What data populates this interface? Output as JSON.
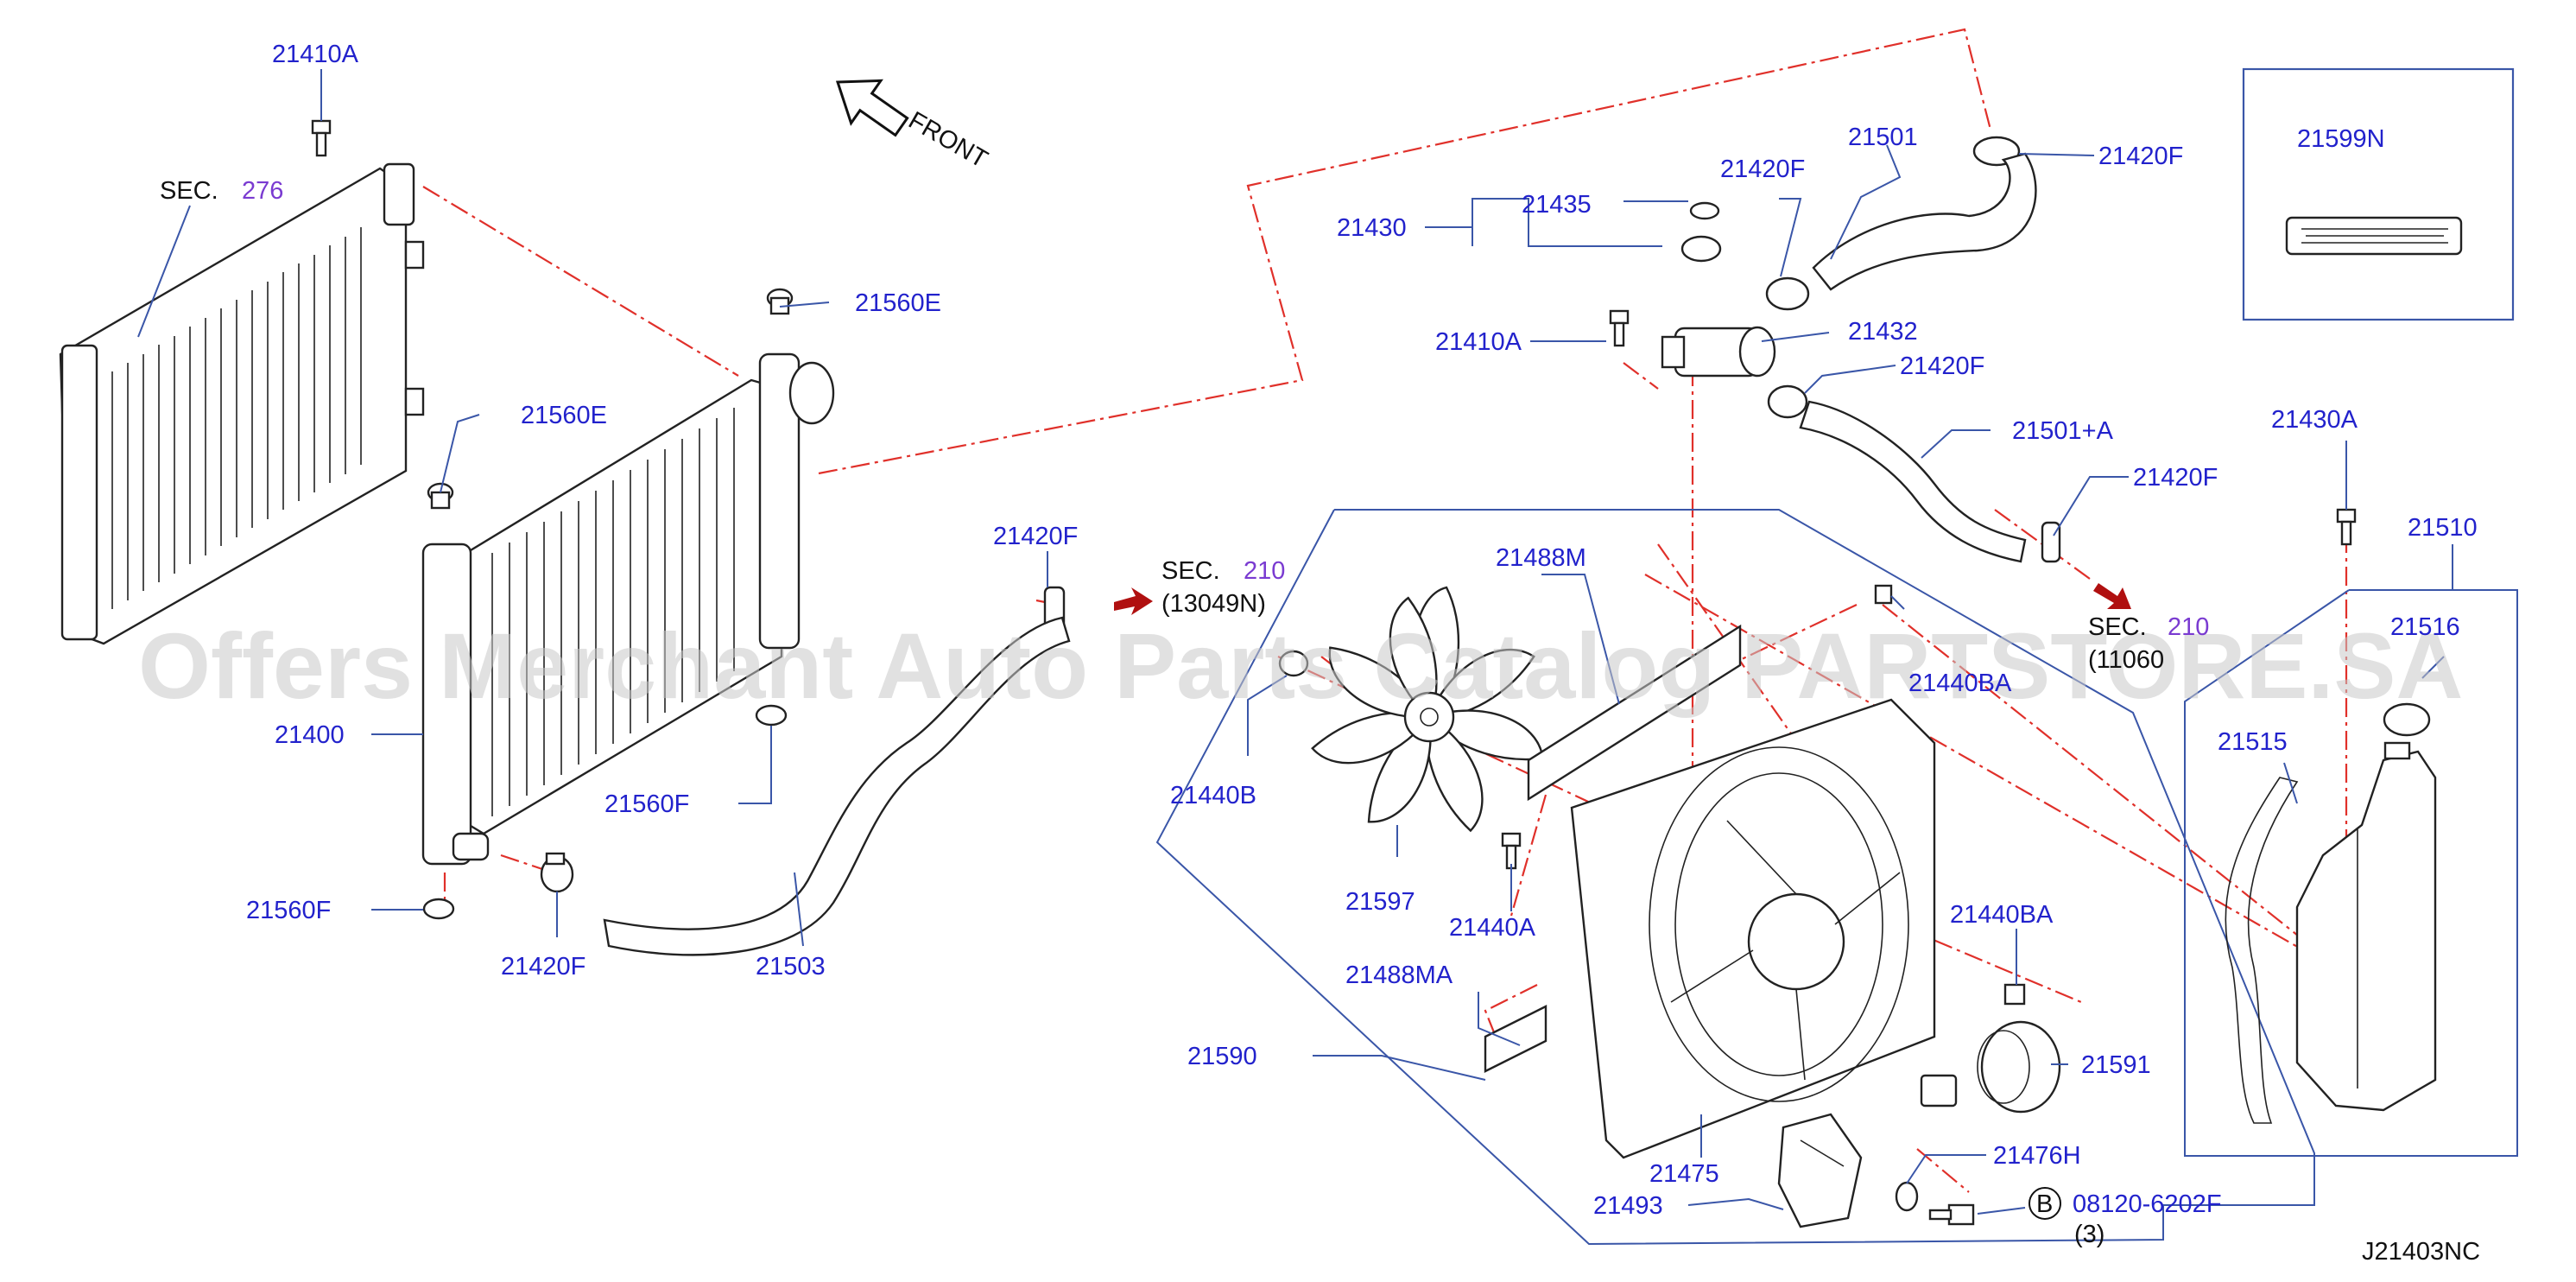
{
  "diagram_code": "J21403NC",
  "front_label": "FRONT",
  "watermark": "Offers Merchant Auto Parts Catalog PARTSTORE.SA",
  "inset_part": "21599N",
  "bolt_qty": "(3)",
  "bolt_marker": "B",
  "sec_refs": {
    "radiator_sec": "SEC.",
    "radiator_num": "276",
    "engine_sec": "SEC.",
    "engine_num": "210",
    "engine_code": "(13049N)",
    "rear_sec": "SEC.",
    "rear_num": "210",
    "rear_code": "(11060"
  },
  "callouts": {
    "c21410A_top": "21410A",
    "c21560E_top": "21560E",
    "c21560E_left": "21560E",
    "c21400": "21400",
    "c21560F_mid": "21560F",
    "c21560F_bottom": "21560F",
    "c21420F_bottom": "21420F",
    "c21503": "21503",
    "c21420F_hose": "21420F",
    "c21501": "21501",
    "c21420F_top_right": "21420F",
    "c21420F_upper": "21420F",
    "c21430": "21430",
    "c21435": "21435",
    "c21410A_mid": "21410A",
    "c21432": "21432",
    "c21420F_mid": "21420F",
    "c21501A": "21501+A",
    "c21420F_right": "21420F",
    "c21488M": "21488M",
    "c21440BA_top": "21440BA",
    "c21440B": "21440B",
    "c21597": "21597",
    "c21440A": "21440A",
    "c21488MA": "21488MA",
    "c21440BA_bottom": "21440BA",
    "c21590": "21590",
    "c21591": "21591",
    "c21475": "21475",
    "c21476H": "21476H",
    "c21493": "21493",
    "c08120": "08120-6202F",
    "c21430A": "21430A",
    "c21510": "21510",
    "c21516": "21516",
    "c21515": "21515"
  },
  "colors": {
    "callout": "#2222cc",
    "leader": "#3a56a8",
    "centerline": "#e0302a",
    "section_num": "#7a3bd1",
    "arrow": "#b01010"
  }
}
